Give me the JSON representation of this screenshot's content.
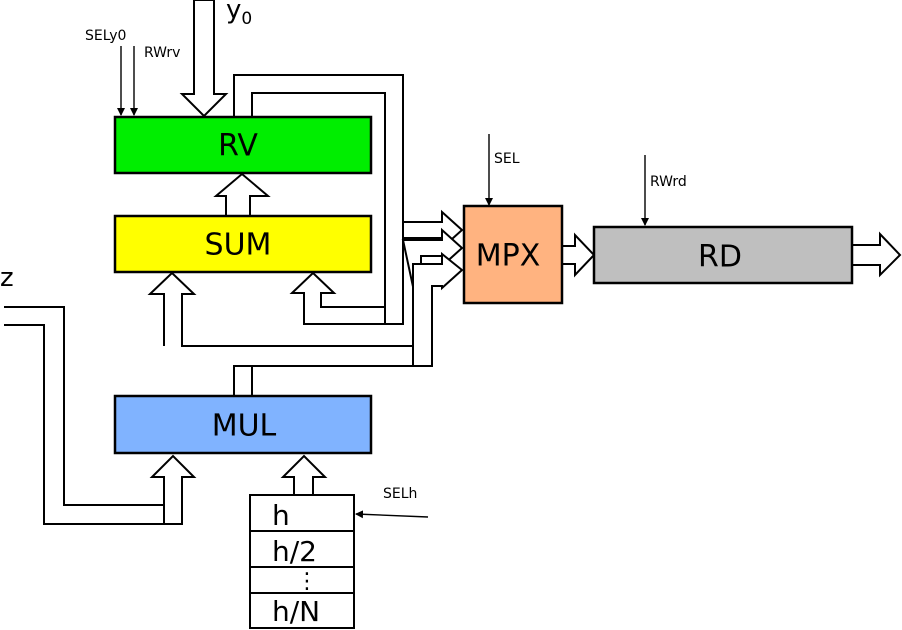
{
  "blocks": {
    "rv": "RV",
    "sum": "SUM",
    "mul": "MUL",
    "mpx": "MPX",
    "rd": "RD"
  },
  "coefficients": {
    "h0": "h",
    "h1": "h/2",
    "dots": "⋮",
    "hn": "h/N"
  },
  "signals": {
    "sel_y0": "SELy0",
    "rw_rv": "RWrv",
    "sel": "SEL",
    "rw_rd": "RWrd",
    "sel_h": "SELh"
  },
  "inputs": {
    "y0_base": "y",
    "y0_sub": "0",
    "z": "z"
  },
  "colors": {
    "rv": "#00ee00",
    "sum": "#ffff00",
    "mul": "#80b3ff",
    "mpx": "#ffb380",
    "rd": "#bfbfbf"
  }
}
